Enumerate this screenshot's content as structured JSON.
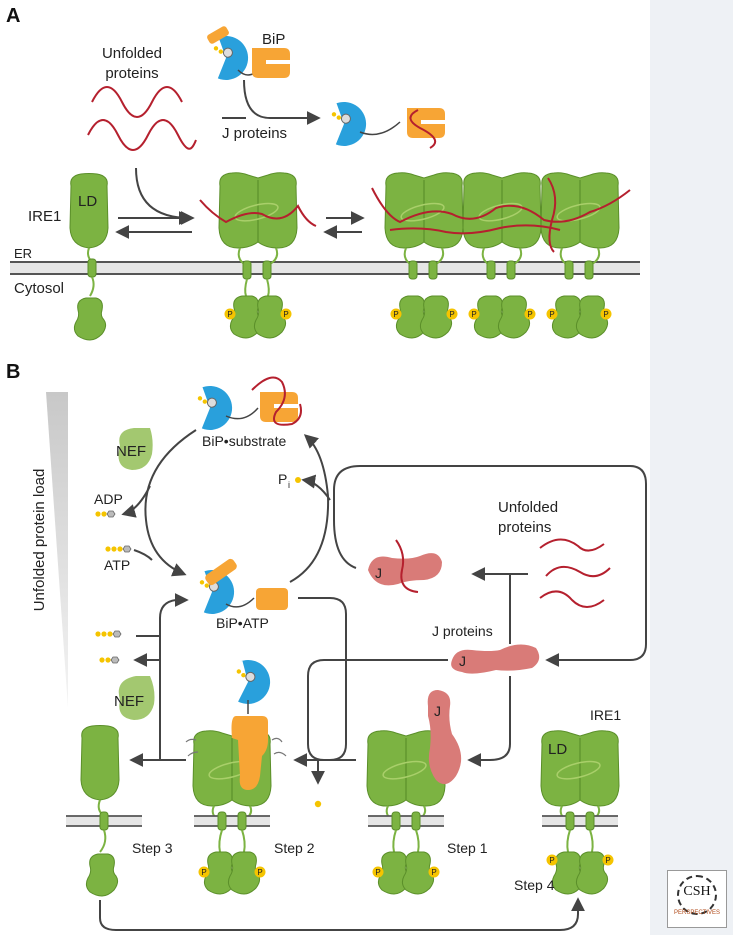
{
  "panels": {
    "a": "A",
    "b": "B"
  },
  "panel_a": {
    "unfolded_proteins": [
      "Unfolded",
      "proteins"
    ],
    "bip": "BiP",
    "j_proteins": "J proteins",
    "ire1": "IRE1",
    "ld": "LD",
    "er": "ER",
    "cytosol": "Cytosol",
    "p": "P"
  },
  "panel_b": {
    "load_label": "Unfolded protein load",
    "nef": "NEF",
    "adp": "ADP",
    "atp": "ATP",
    "bip_substrate": "BiP•substrate",
    "bip_atp": "BiP•ATP",
    "pi": "P",
    "pi_sub": "i",
    "unfolded_proteins": [
      "Unfolded",
      "proteins"
    ],
    "j": "J",
    "j_proteins": "J proteins",
    "ire1": "IRE1",
    "ld": "LD",
    "p": "P",
    "steps": [
      "Step 1",
      "Step 2",
      "Step 3",
      "Step 4"
    ]
  },
  "logo": {
    "text": "CSH",
    "sub": "PERSPECTIVES"
  },
  "colors": {
    "ire1_green": "#7cb342",
    "ire1_dark": "#5b8f2a",
    "bip_blue": "#29a0dc",
    "bip_orange": "#f7a535",
    "j_pink": "#d97b78",
    "unfolded_red": "#b5202e",
    "phosphate_yellow": "#f5c400",
    "arrow_gray": "#444444",
    "nef_green": "#a3c870"
  }
}
